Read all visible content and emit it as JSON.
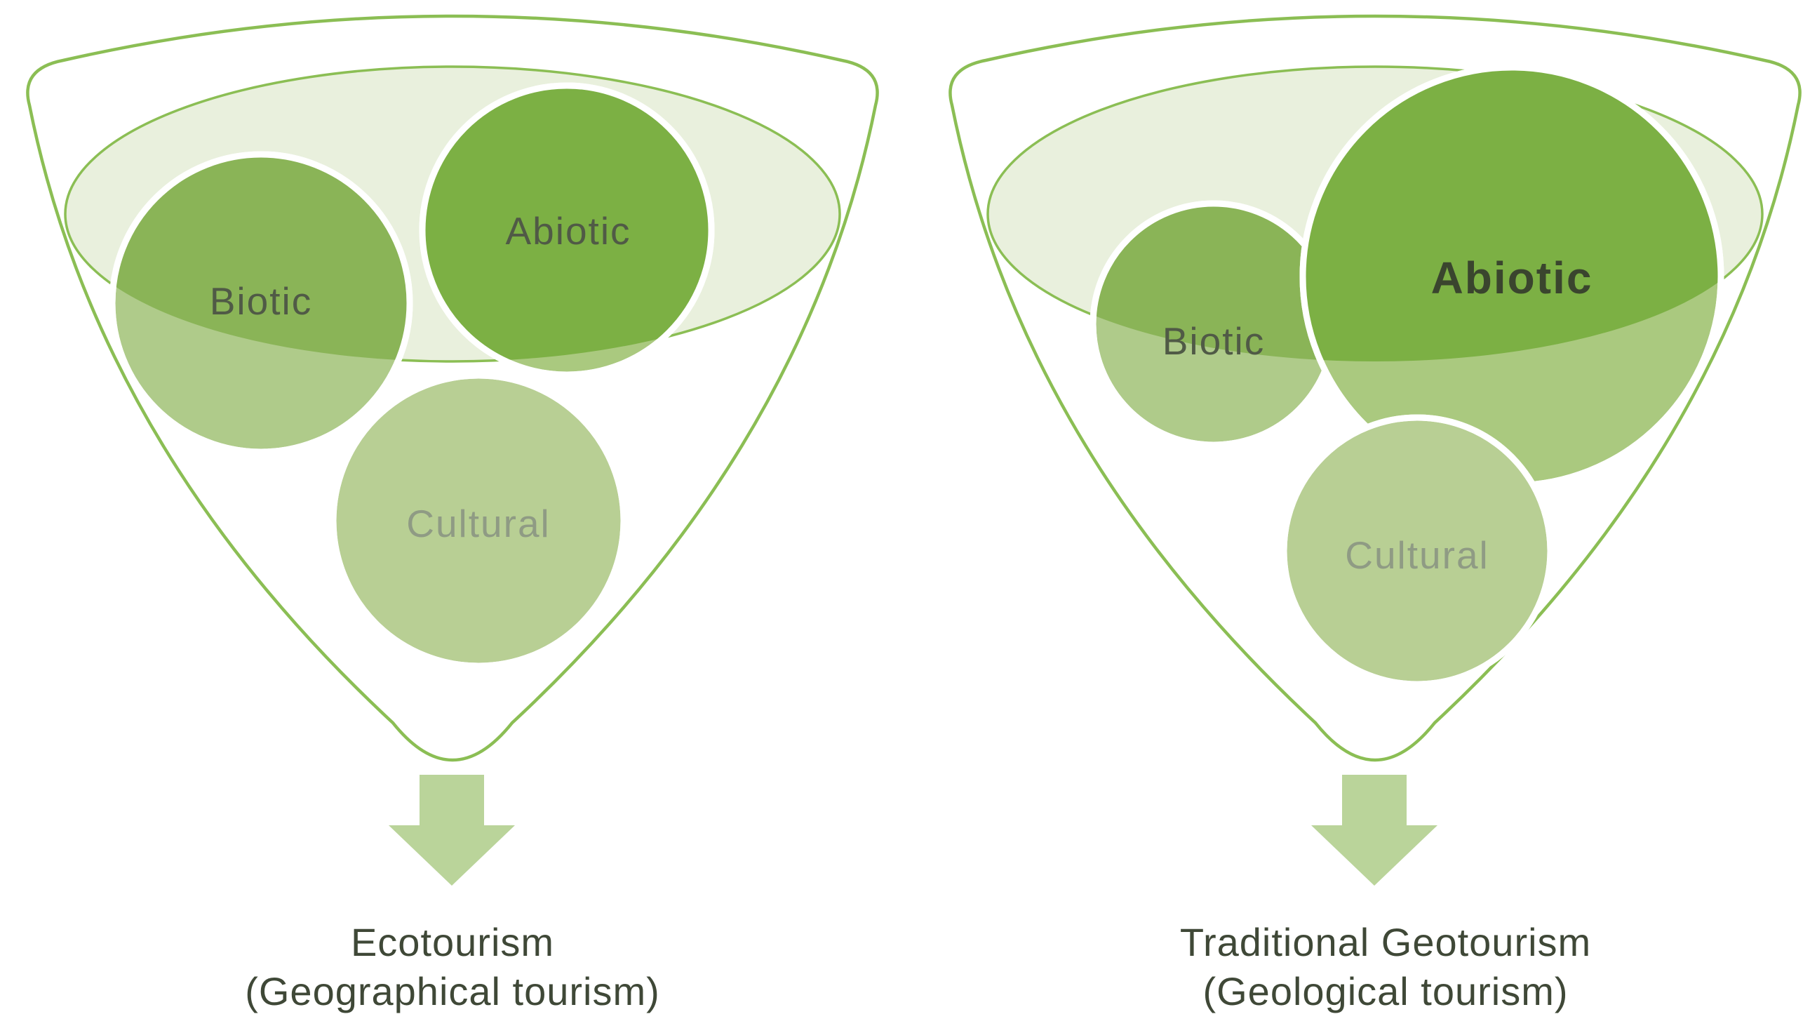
{
  "diagram": {
    "colors": {
      "outline_green": "#8bbe54",
      "liquid_pale": "#e9f0dd",
      "glass_fill": "#ffffff",
      "biotic_dark": "#8ab457",
      "biotic_light": "#afcb8a",
      "abiotic_dark": "#7cb044",
      "abiotic_light": "#aac97f",
      "cultural_light": "#b8cf94",
      "arrow_green": "#bad49a",
      "label_dark": "#505a46",
      "label_bold": "#3a452e",
      "label_light": "#8f9b84",
      "caption_text": "#3f4837"
    },
    "icons": {
      "down_arrow": "triangle-down-arrow"
    },
    "funnels": [
      {
        "name": "ecotourism-funnel",
        "circles": {
          "biotic": {
            "label": "Biotic"
          },
          "abiotic": {
            "label": "Abiotic"
          },
          "cultural": {
            "label": "Cultural"
          }
        },
        "caption": {
          "line1": "Ecotourism",
          "line2": "(Geographical tourism)"
        }
      },
      {
        "name": "traditional-geotourism-funnel",
        "circles": {
          "biotic": {
            "label": "Biotic"
          },
          "abiotic": {
            "label": "Abiotic"
          },
          "cultural": {
            "label": "Cultural"
          }
        },
        "caption": {
          "line1": "Traditional Geotourism",
          "line2": "(Geological tourism)"
        }
      }
    ]
  }
}
